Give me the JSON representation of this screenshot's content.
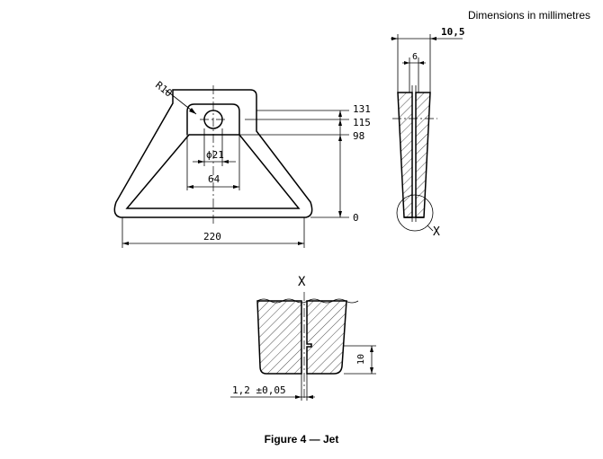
{
  "header": {
    "units_note": "Dimensions in millimetres"
  },
  "caption": {
    "text": "Figure 4 — Jet"
  },
  "front_view": {
    "radius": "R10",
    "hole_diameter": "ϕ21",
    "width_inner": "64",
    "width_base": "220",
    "heights": [
      "131",
      "115",
      "98",
      "0"
    ]
  },
  "side_view": {
    "width_top": "10,5",
    "width_slot": "6",
    "detail_mark": "X"
  },
  "detail_view": {
    "title": "X",
    "depth": "10",
    "gap": "1,2 ±0,05"
  }
}
